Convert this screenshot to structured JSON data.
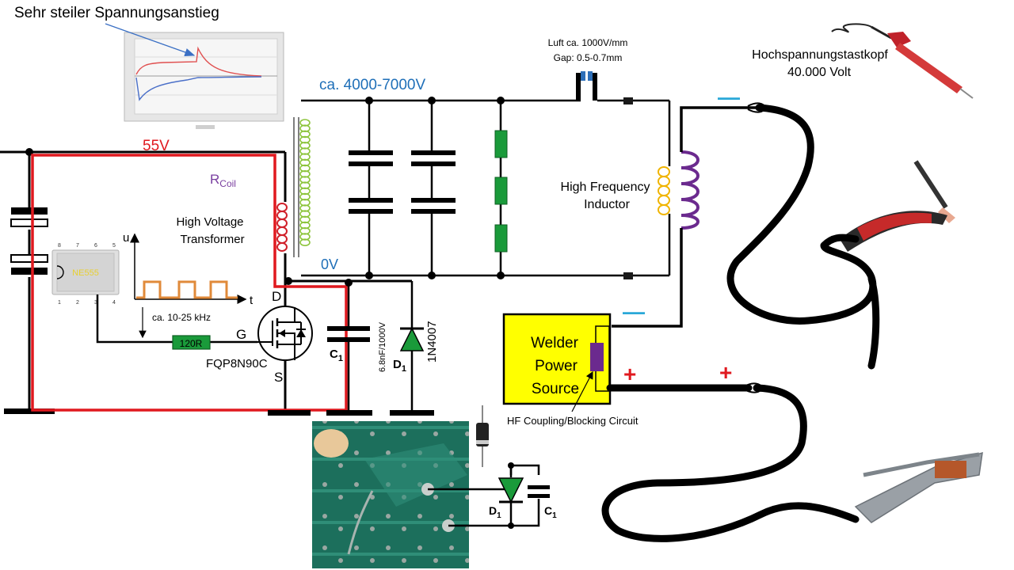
{
  "labels": {
    "voltage_rise": "Sehr steiler Spannungsanstieg",
    "supply_voltage": "55V",
    "coil_resistance_main": "R",
    "coil_resistance_sub": "Coil",
    "transformer": [
      "High Voltage",
      "Transformer"
    ],
    "chip": "NE555",
    "axis_u": "u",
    "axis_t": "t",
    "frequency": "ca. 10-25 kHz",
    "resistor": "120R",
    "gate": "G",
    "drain": "D",
    "source": "S",
    "mosfet": "FQP8N90C",
    "capacitor_main": "C",
    "capacitor_sub": "1",
    "capacitor_value": "6.8nF/1000V",
    "diode_main": "D",
    "diode_sub": "1",
    "diode_part": "1N4007",
    "hv_range": "ca. 4000-7000V",
    "zero_volt": "0V",
    "air_gap": [
      "Luft ca. 1000V/mm",
      "Gap: 0.5-0.7mm"
    ],
    "hf_inductor": [
      "High Frequency",
      "Inductor"
    ],
    "probe": [
      "Hochspannungstastkopf",
      "40.000 Volt"
    ],
    "welder": [
      "Welder",
      "Power",
      "Source"
    ],
    "coupling": "HF Coupling/Blocking Circuit",
    "minus_1": "—",
    "minus_2": "—",
    "plus_1": "+",
    "plus_2": "+",
    "inset_d_main": "D",
    "inset_d_sub": "1",
    "inset_c_main": "C",
    "inset_c_sub": "1"
  },
  "chip_pins_top": [
    "8",
    "7",
    "6",
    "5"
  ],
  "chip_pins_bottom": [
    "1",
    "2",
    "3",
    "4"
  ],
  "colors": {
    "wire": "#000000",
    "red_loop": "#e0191f",
    "transformer_secondary": "#8cc43c",
    "primary_coil": "#d0202a",
    "resistor_green": "#1a9a3a",
    "pulse_orange": "#e08a3a",
    "hv_blue": "#1f6fb8",
    "coil_purple": "#6b2a8e",
    "coil_yellow": "#f0b400",
    "welder_box": "#ffff00",
    "plus_red": "#e0191f",
    "minus_cyan": "#2aa8d8"
  }
}
